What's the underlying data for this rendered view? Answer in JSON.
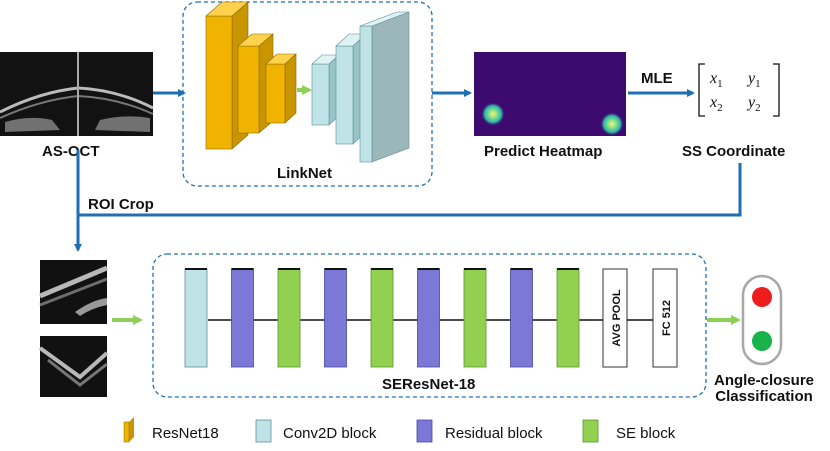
{
  "colors": {
    "resnet18": "#f0b400",
    "conv2d": "#bfe3e6",
    "residual": "#7b78d6",
    "se": "#92d050",
    "flow_arrow": "#1f6fb5",
    "green_arrow": "#8fcf55",
    "box_border": "#1f6fb5"
  },
  "input": {
    "label": "AS-OCT"
  },
  "linknet": {
    "label": "LinkNet"
  },
  "heatmap": {
    "label": "Predict Heatmap"
  },
  "mle": {
    "label": "MLE"
  },
  "coordinate": {
    "label": "SS Coordinate",
    "matrix": [
      [
        "x",
        "1",
        "y",
        "1"
      ],
      [
        "x",
        "2",
        "y",
        "2"
      ]
    ]
  },
  "roi": {
    "label": "ROI Crop"
  },
  "seresnet": {
    "label": "SEResNet-18",
    "blocks": [
      "conv2d",
      "residual",
      "se",
      "residual",
      "se",
      "residual",
      "se",
      "residual",
      "se"
    ],
    "pool_label": "AVG POOL",
    "fc_label": "FC 512"
  },
  "output": {
    "label_line1": "Angle-closure",
    "label_line2": "Classification"
  },
  "legend": [
    {
      "key": "resnet18",
      "label": "ResNet18"
    },
    {
      "key": "conv2d",
      "label": "Conv2D block"
    },
    {
      "key": "residual",
      "label": "Residual block"
    },
    {
      "key": "se",
      "label": "SE block"
    }
  ]
}
